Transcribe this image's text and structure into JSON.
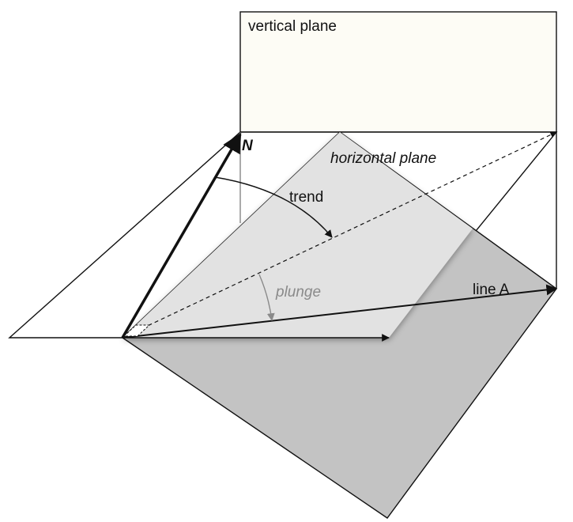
{
  "labels": {
    "vertical_plane": "vertical plane",
    "horizontal_plane": "horizontal plane",
    "north": "N",
    "trend": "trend",
    "plunge": "plunge",
    "line": "line A"
  },
  "colors": {
    "vertical_plane_fill": "#fdfcf5",
    "horizontal_plane_fill": "#ffffff",
    "inclined_plane_fill": "#c3c3c3",
    "shadow_overlay": "#e2e2e2",
    "line_color": "#111111",
    "plunge_color": "#8a8a8a"
  }
}
